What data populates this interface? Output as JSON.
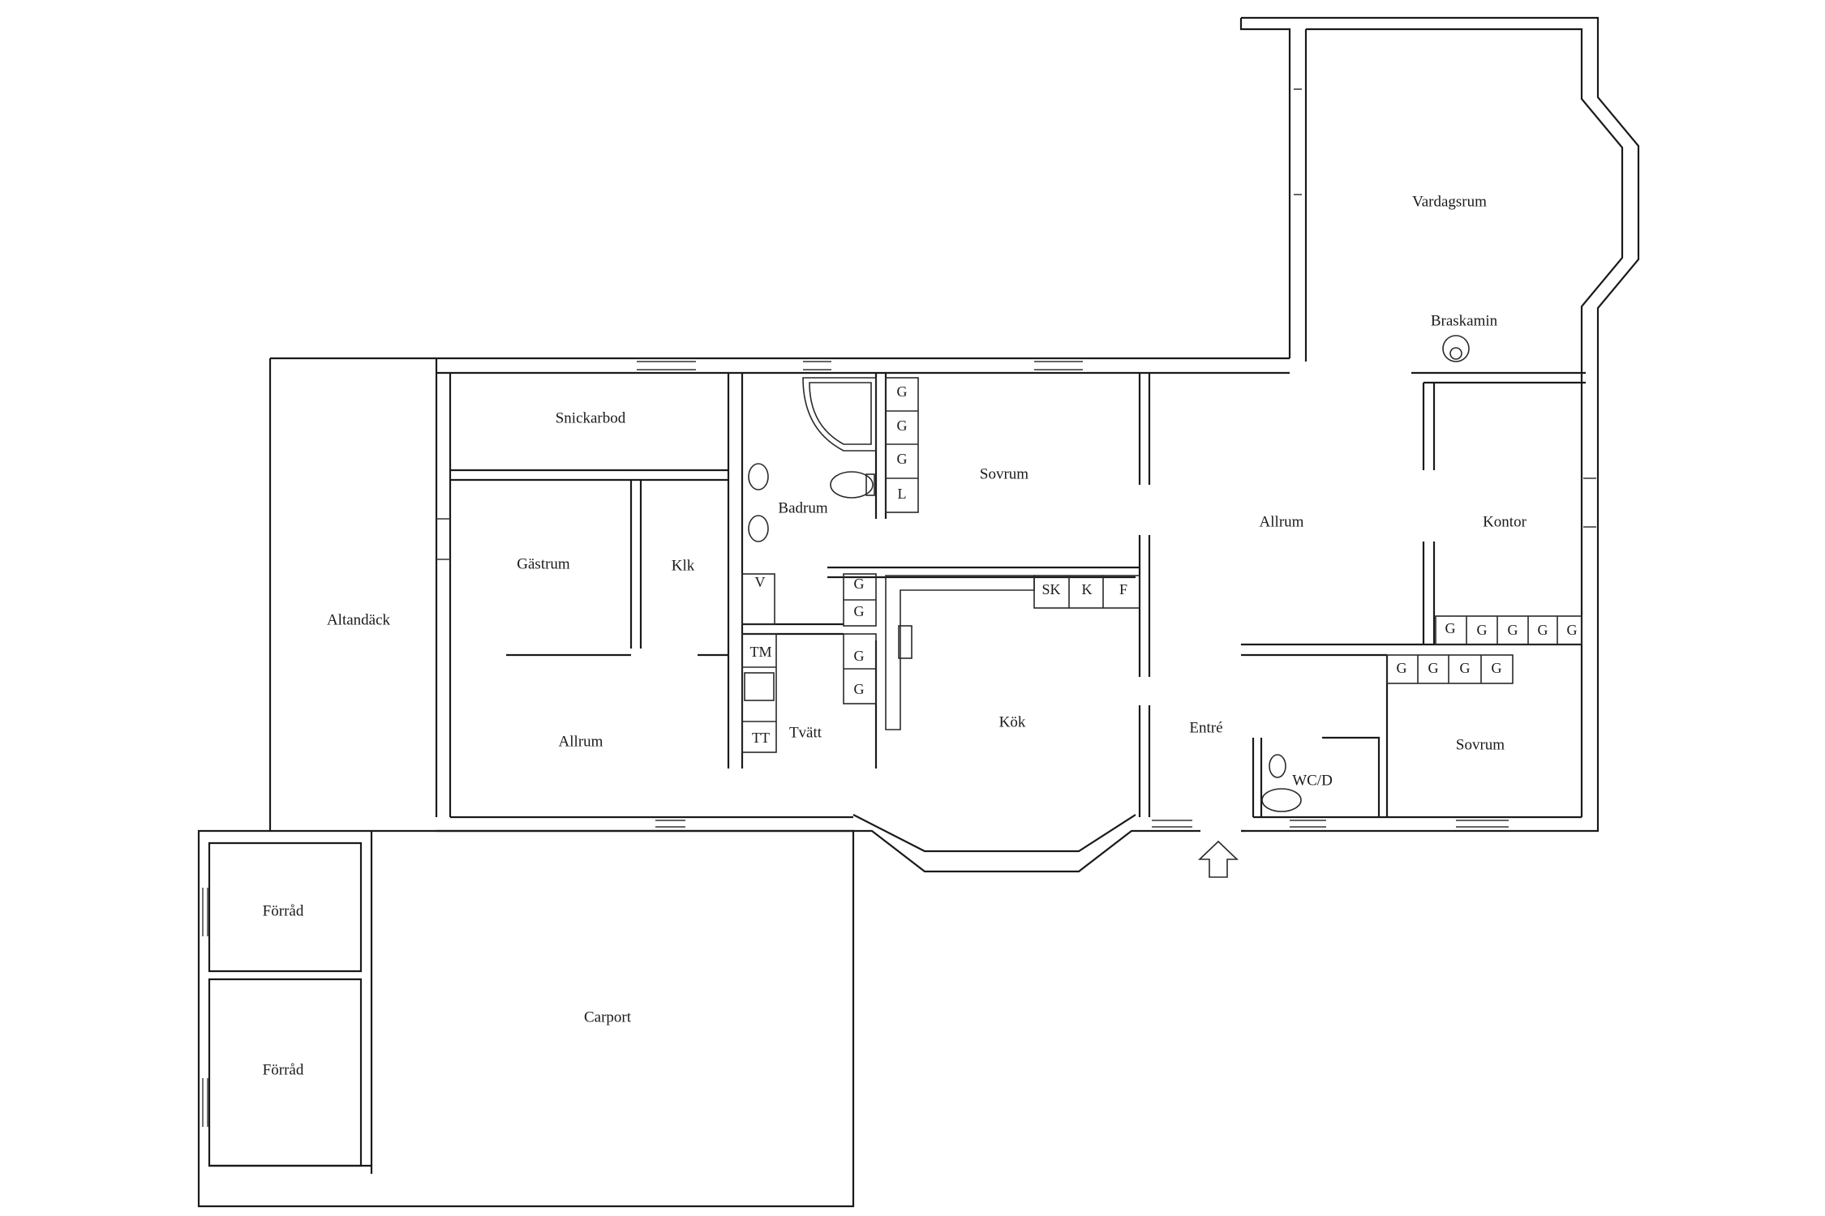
{
  "rooms": {
    "vardagsrum": "Vardagsrum",
    "braskamin": "Braskamin",
    "snickarbod": "Snickarbod",
    "badrum": "Badrum",
    "sovrum_north": "Sovrum",
    "allrum_east": "Allrum",
    "kontor": "Kontor",
    "altandack": "Altandäck",
    "gastrum": "Gästrum",
    "klk": "Klk",
    "allrum_west": "Allrum",
    "tvatt": "Tvätt",
    "kok": "Kök",
    "entre": "Entré",
    "wc_d": "WC/D",
    "sovrum_south": "Sovrum",
    "forrad_upper": "Förråd",
    "forrad_lower": "Förråd",
    "carport": "Carport"
  },
  "fixtures": {
    "wardrobe": "G",
    "linen": "L",
    "vent": "V",
    "dryer": "TM",
    "tumble_dryer": "TT",
    "fridge_freezer": "SK",
    "fridge": "K",
    "freezer": "F"
  },
  "icons": {
    "entrance": "entrance-arrow-icon",
    "stove": "braskamin-icon",
    "bathtub": "bathtub-icon",
    "toilet": "toilet-icon",
    "washbasin": "washbasin-icon",
    "sink": "sink-icon"
  }
}
